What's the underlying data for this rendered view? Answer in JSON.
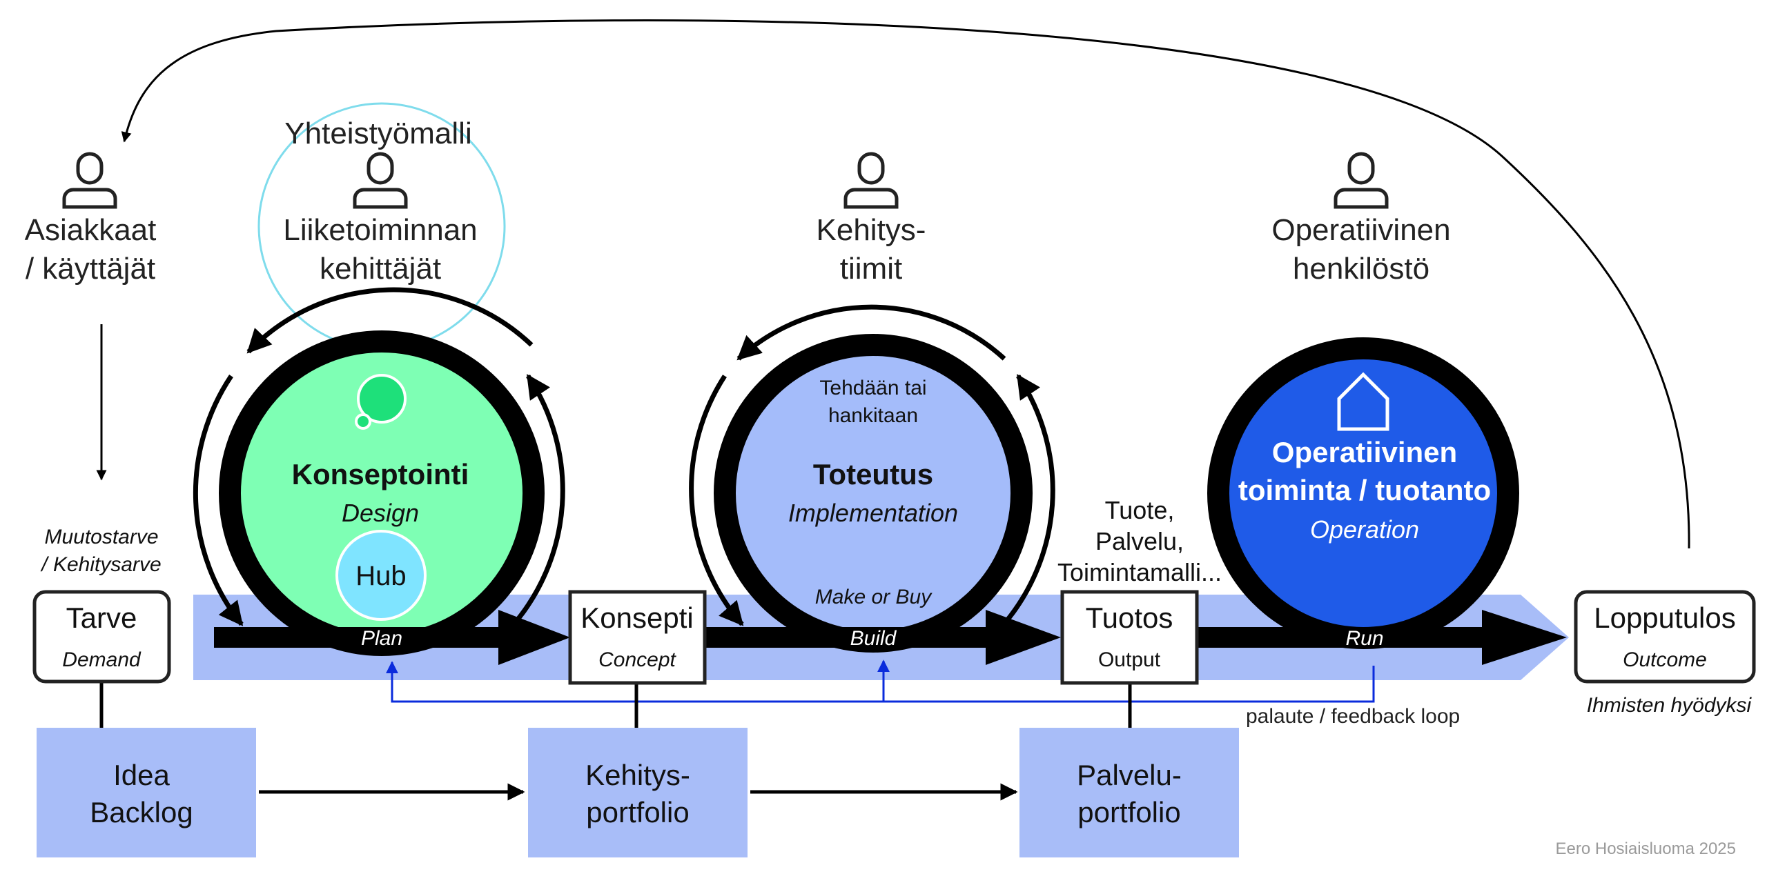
{
  "actors": {
    "customers": {
      "line1": "Asiakkaat",
      "line2": "/ käyttäjät"
    },
    "business": {
      "line1": "Liiketoiminnan",
      "line2": "kehittäjät"
    },
    "dev_teams": {
      "line1": "Kehitys-",
      "line2": "tiimit"
    },
    "operations": {
      "line1": "Operatiivinen",
      "line2": "henkilöstö"
    }
  },
  "collaboration_model": "Yhteistyömalli",
  "need_note": {
    "line1": "Muutostarve",
    "line2": "/ Kehitysarve"
  },
  "stages": {
    "design": {
      "title": "Konseptointi",
      "subtitle": "Design",
      "hub": "Hub",
      "phase": "Plan"
    },
    "build": {
      "note1": "Tehdään tai",
      "note2": "hankitaan",
      "title": "Toteutus",
      "subtitle": "Implementation",
      "make_or_buy": "Make or Buy",
      "phase": "Build"
    },
    "run": {
      "title1": "Operatiivinen",
      "title2": "toiminta / tuotanto",
      "subtitle": "Operation",
      "phase": "Run"
    }
  },
  "flow_boxes": {
    "demand": {
      "title": "Tarve",
      "subtitle": "Demand"
    },
    "concept": {
      "title": "Konsepti",
      "subtitle": "Concept"
    },
    "output": {
      "title": "Tuotos",
      "subtitle": "Output"
    },
    "outcome": {
      "title": "Lopputulos",
      "subtitle": "Outcome"
    }
  },
  "output_examples": {
    "line1": "Tuote,",
    "line2": "Palvelu,",
    "line3": "Toimintamalli..."
  },
  "outcome_note": "Ihmisten hyödyksi",
  "feedback_loop": "palaute / feedback loop",
  "portfolios": {
    "idea": {
      "line1": "Idea",
      "line2": "Backlog"
    },
    "development": {
      "line1": "Kehitys-",
      "line2": "portfolio"
    },
    "service": {
      "line1": "Palvelu-",
      "line2": "portfolio"
    }
  },
  "credit": "Eero Hosiaisluoma 2025",
  "colors": {
    "band": "#a8bdf8",
    "design_fill": "#7effb4",
    "hub_fill": "#7fe4ff",
    "bubble_fill": "#1ee07a",
    "build_fill": "#a4bcfa",
    "run_fill": "#1f5be8",
    "feedback": "#0a2bdc",
    "collab_circle": "#7fdcec"
  }
}
